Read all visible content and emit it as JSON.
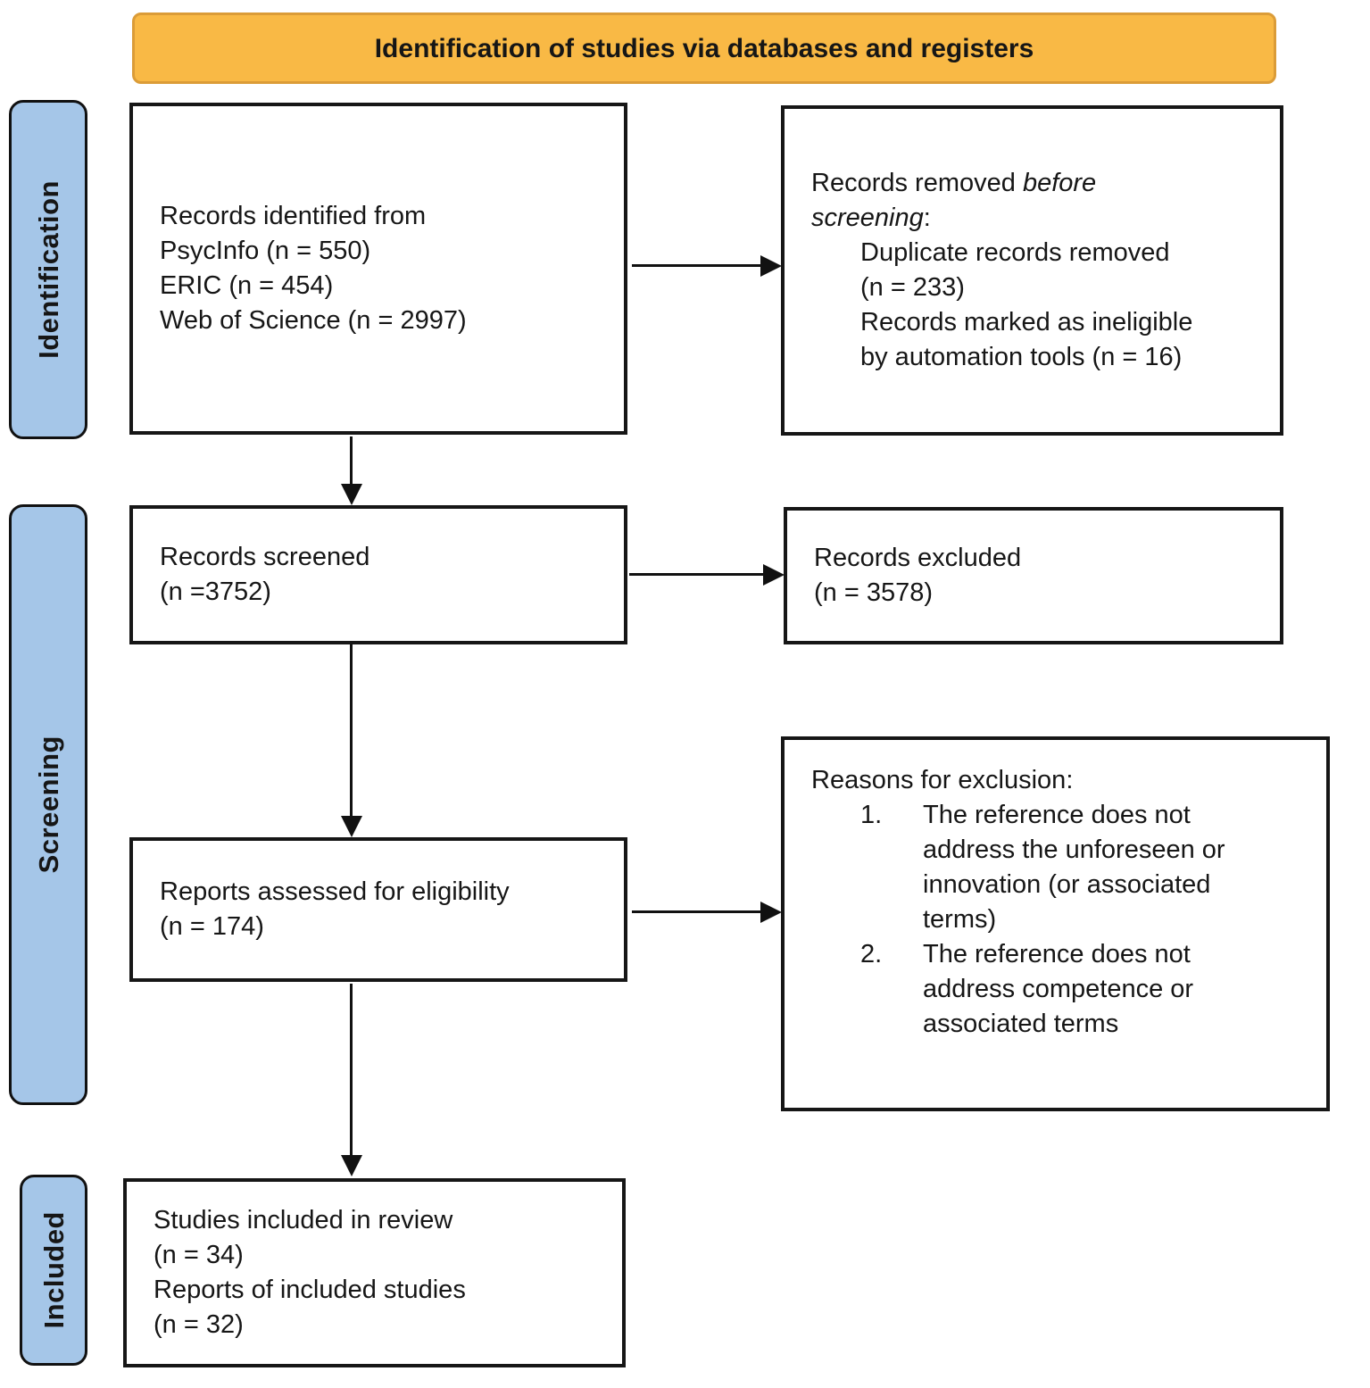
{
  "title": {
    "text": "Identification of studies via databases and registers"
  },
  "colors": {
    "banner_bg": "#F9B945",
    "banner_border": "#DB9C38",
    "stage_bg": "#A5C6E8",
    "box_border": "#161616"
  },
  "stages": {
    "identification": "Identification",
    "screening": "Screening",
    "included": "Included"
  },
  "counts": {
    "psycinfo": 550,
    "eric": 454,
    "web_of_science": 2997,
    "duplicates_removed": 233,
    "automation_ineligible": 16,
    "records_screened": 3752,
    "records_excluded": 3578,
    "reports_assessed": 174,
    "studies_included": 34,
    "reports_included": 32
  },
  "boxes": {
    "records_identified": {
      "lines": [
        {
          "text": "Records identified from",
          "ml": 0
        },
        {
          "text": "PsycInfo (n = 550)",
          "ml": 0
        },
        {
          "text": "ERIC (n = 454)",
          "ml": 0
        },
        {
          "text": "Web of Science (n = 2997)",
          "ml": 0
        }
      ]
    },
    "records_removed": {
      "lines": [
        {
          "parts": [
            {
              "t": "Records removed "
            },
            {
              "t": "before",
              "i": true
            }
          ],
          "ml": 0
        },
        {
          "parts": [
            {
              "t": "screening",
              "i": true
            },
            {
              "t": ":"
            }
          ],
          "ml": 0
        },
        {
          "text": "Duplicate records removed",
          "ml": 55
        },
        {
          "text": "(n = 233)",
          "ml": 55
        },
        {
          "text": "Records marked as ineligible",
          "ml": 55
        },
        {
          "text": "by automation tools (n = 16)",
          "ml": 55
        }
      ]
    },
    "records_screened": {
      "lines": [
        {
          "text": "Records screened",
          "ml": 0
        },
        {
          "text": "(n =3752)",
          "ml": 0
        }
      ]
    },
    "records_excluded": {
      "lines": [
        {
          "text": "Records excluded",
          "ml": 0
        },
        {
          "text": "(n = 3578)",
          "ml": 0
        }
      ]
    },
    "reports_assessed": {
      "lines": [
        {
          "text": "Reports assessed for eligibility",
          "ml": 0
        },
        {
          "text": "(n = 174)",
          "ml": 0
        }
      ]
    },
    "exclusion_reasons": {
      "lines": [
        {
          "text": "Reasons for exclusion:",
          "ml": 0
        },
        {
          "num": "1.",
          "text": "The reference does not",
          "ml": 55
        },
        {
          "text": "address the unforeseen or",
          "ml": 125
        },
        {
          "text": "innovation (or associated",
          "ml": 125
        },
        {
          "text": "terms)",
          "ml": 125
        },
        {
          "num": "2.",
          "text": "The reference does not",
          "ml": 55
        },
        {
          "text": "address competence or",
          "ml": 125
        },
        {
          "text": "associated terms",
          "ml": 125
        }
      ]
    },
    "studies_included": {
      "lines": [
        {
          "text": "Studies included in review",
          "ml": 0
        },
        {
          "text": "(n = 34)",
          "ml": 0
        },
        {
          "text": "Reports of included studies",
          "ml": 0
        },
        {
          "text": "(n = 32)",
          "ml": 0
        }
      ]
    }
  }
}
